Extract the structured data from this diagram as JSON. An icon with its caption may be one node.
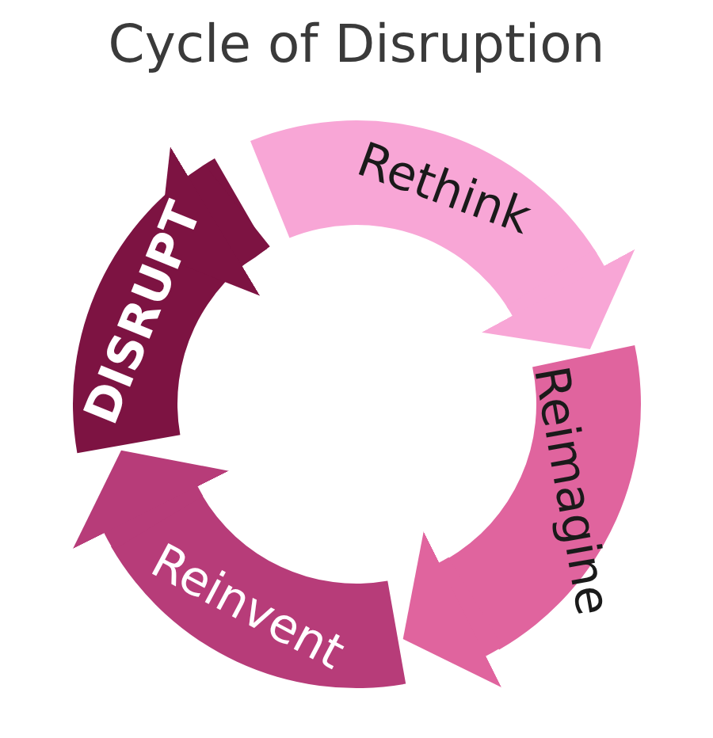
{
  "diagram": {
    "title": "Cycle of Disruption",
    "nodes": [
      {
        "text": [
          "Rethink"
        ]
      },
      {
        "text": [
          "Reimagine"
        ]
      },
      {
        "text": [
          "Reinvent"
        ]
      },
      {
        "text": [
          "DISRUPT"
        ]
      }
    ],
    "edges": [
      {
        "from": 0,
        "to": 1,
        "arrow": "to",
        "color": "#f8a6d6"
      },
      {
        "from": 1,
        "to": 2,
        "arrow": "to",
        "color": "#e0649e"
      },
      {
        "from": 2,
        "to": 3,
        "arrow": "to",
        "color": "#b73c79"
      },
      {
        "from": 3,
        "to": 0,
        "arrow": "to",
        "color": "#7d1342"
      }
    ]
  }
}
